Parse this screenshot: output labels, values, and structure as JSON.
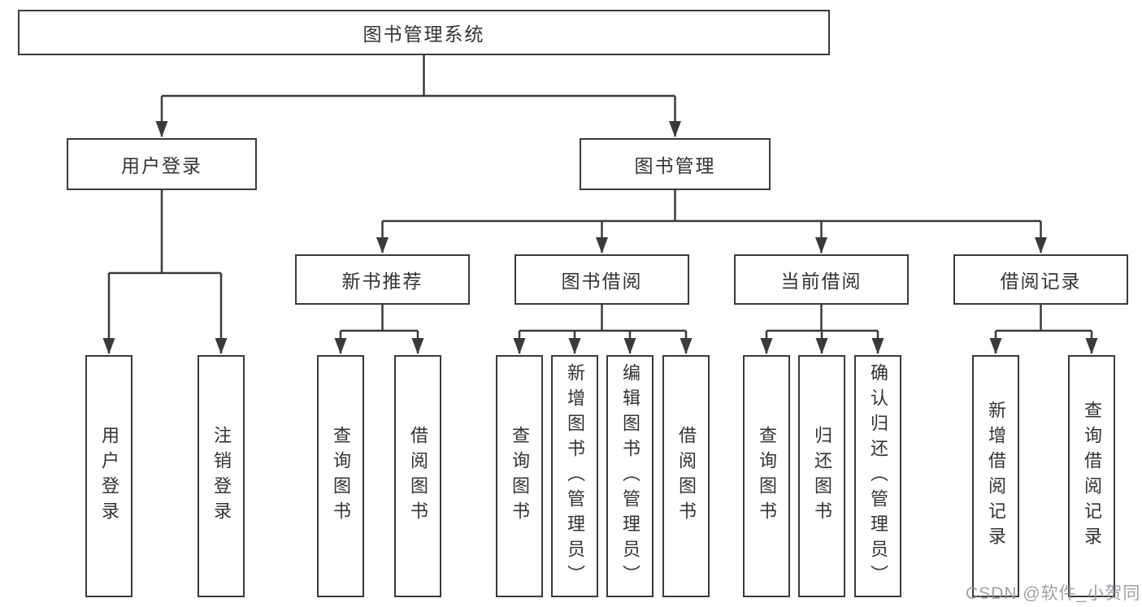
{
  "diagram": {
    "root": {
      "label": "图书管理系统"
    },
    "level2": [
      {
        "label": "用户登录",
        "children": [
          {
            "label": "用户登录"
          },
          {
            "label": "注销登录"
          }
        ]
      },
      {
        "label": "图书管理",
        "children": [
          {
            "label": "新书推荐",
            "children": [
              {
                "label": "查询图书"
              },
              {
                "label": "借阅图书"
              }
            ]
          },
          {
            "label": "图书借阅",
            "children": [
              {
                "label": "查询图书"
              },
              {
                "label": "新增图书（管理员）"
              },
              {
                "label": "编辑图书（管理员）"
              },
              {
                "label": "借阅图书"
              }
            ]
          },
          {
            "label": "当前借阅",
            "children": [
              {
                "label": "查询图书"
              },
              {
                "label": "归还图书"
              },
              {
                "label": "确认归还（管理员）"
              }
            ]
          },
          {
            "label": "借阅记录",
            "children": [
              {
                "label": "新增借阅记录"
              },
              {
                "label": "查询借阅记录"
              }
            ]
          }
        ]
      }
    ]
  },
  "watermark": "CSDN @软件_小贺同学",
  "colors": {
    "line": "#3a3a3a",
    "text": "#333333",
    "background": "#ffffff",
    "watermark": "#8c9096"
  }
}
